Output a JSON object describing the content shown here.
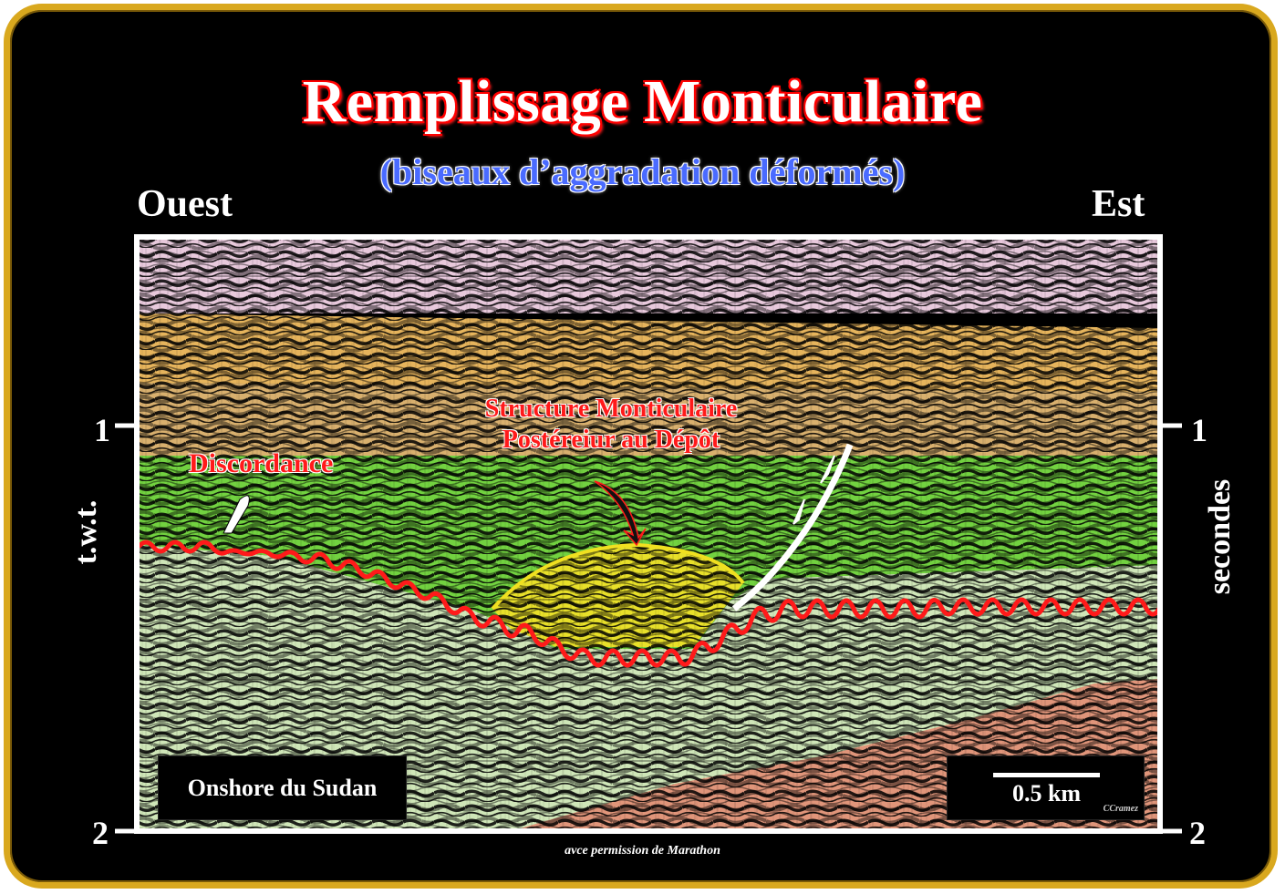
{
  "title": "Remplissage Monticulaire",
  "subtitle": "(biseaux d’aggradation déformés)",
  "directions": {
    "west": "Ouest",
    "east": "Est"
  },
  "axes": {
    "left_label": "t.w.t.",
    "right_label": "secondes",
    "ticks": [
      "1",
      "2"
    ]
  },
  "annotations": {
    "discordance": "Discordance",
    "structure_line1": "Structure Monticulaire",
    "structure_line2": "Postéreiur au Dépôt"
  },
  "location_label": "Onshore du Sudan",
  "scale_label": "0.5 km",
  "watermark": "CCramez",
  "credit": "avce permission de Marathon",
  "colors": {
    "frame": "#d9a81e",
    "title_outline": "#ff0000",
    "subtitle": "#4a6bff",
    "unconformity": "#ff1a1a",
    "layer_pink": "#e8c9dc",
    "layer_orange": "#e6b45c",
    "layer_tan": "#d9b06e",
    "layer_green": "#72d240",
    "layer_palegreen": "#cfe6b8",
    "mound_fill": "#e8e02a",
    "basement": "#e0957a"
  }
}
